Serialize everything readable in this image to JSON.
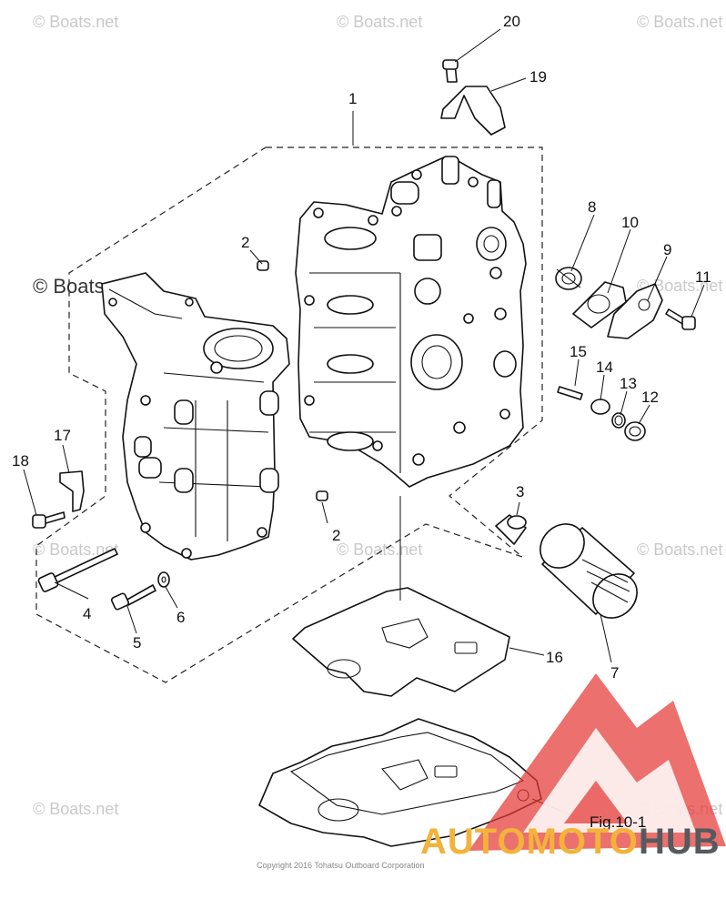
{
  "watermark_text": "© Boats.net",
  "watermark_main": "© Boats.net",
  "callouts": [
    "1",
    "2",
    "2",
    "3",
    "4",
    "5",
    "6",
    "7",
    "8",
    "9",
    "10",
    "11",
    "12",
    "13",
    "14",
    "15",
    "16",
    "17",
    "18",
    "19",
    "20"
  ],
  "figure_ref": "Fig.10-1",
  "copyright": "Copyright 2016 Tohatsu Outboard Corporation",
  "brand": {
    "part1": "AUTOMOTO",
    "part2": "HUB"
  },
  "colors": {
    "logo_red": "#e53935",
    "brand_orange": "#f3b23a",
    "brand_gray": "#555a5f"
  }
}
